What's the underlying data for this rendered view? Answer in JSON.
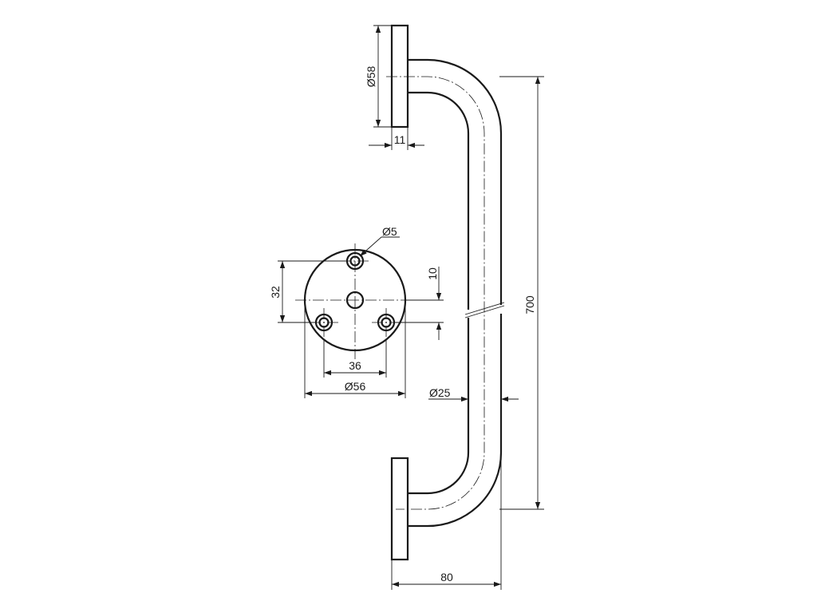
{
  "dimensions": {
    "flange_diameter": "Ø58",
    "flange_thickness": "11",
    "screw_hole_diameter": "Ø5",
    "hole_offset": "10",
    "hole_vertical_spacing": "32",
    "hole_horizontal_spacing": "36",
    "base_plate_diameter": "Ø56",
    "tube_diameter": "Ø25",
    "overall_length": "700",
    "projection": "80"
  },
  "colors": {
    "line": "#1a1a1a",
    "background": "#ffffff"
  }
}
